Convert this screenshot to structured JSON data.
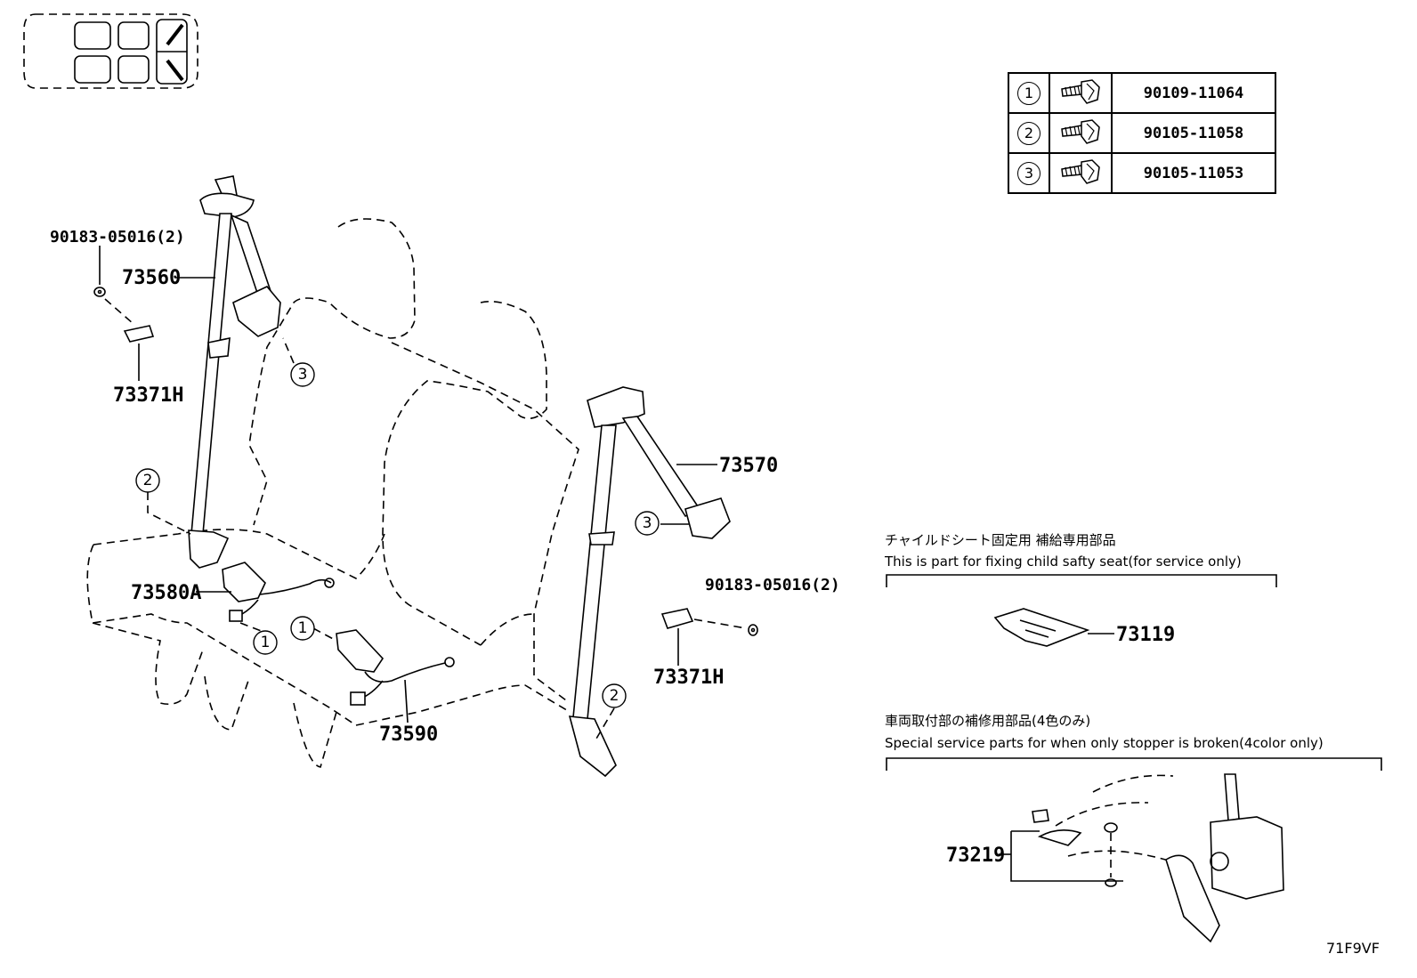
{
  "fastener_table": [
    {
      "index": "1",
      "icon": "bolt-icon",
      "part_number": "90109-11064"
    },
    {
      "index": "2",
      "icon": "bolt-icon",
      "part_number": "90105-11058"
    },
    {
      "index": "3",
      "icon": "bolt-icon",
      "part_number": "90105-11053"
    }
  ],
  "labels": {
    "washer_left": "90183-05016(2)",
    "belt_outer_left": "73560",
    "cover_left": "73371H",
    "buckle_left": "73580A",
    "buckle_center": "73590",
    "belt_right": "73570",
    "washer_right": "90183-05016(2)",
    "cover_right": "73371H",
    "child_seat_part": "73119",
    "stopper_part": "73219"
  },
  "callouts": {
    "c3_upper": "3",
    "c2_left": "2",
    "c1_left_a": "1",
    "c1_left_b": "1",
    "c3_right": "3",
    "c2_right": "2"
  },
  "notes": {
    "child_seat_jp": "チャイルドシート固定用 補給専用部品",
    "child_seat_en": "This is part for fixing child safty seat(for service only)",
    "stopper_jp": "車両取付部の補修用部品(4色のみ)",
    "stopper_en": "Special service parts for when only stopper is broken(4color only)"
  },
  "reference_code": "71F9VF"
}
